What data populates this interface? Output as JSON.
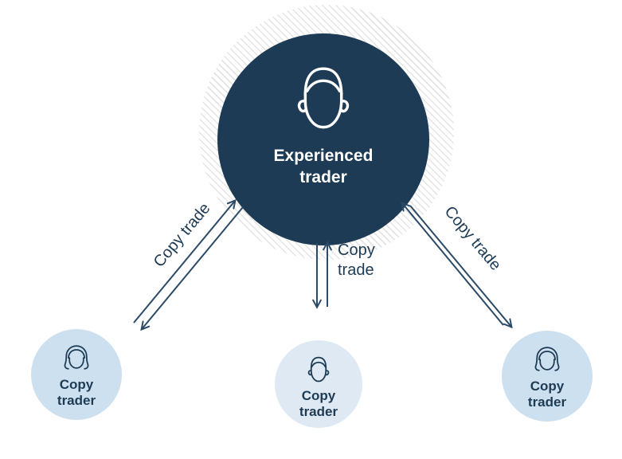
{
  "colors": {
    "navy": "#1d3b54",
    "arrow": "#2b4a67",
    "light-blue": "#cde0ef",
    "lighter-blue": "#dfe9f3",
    "hatch": "#e4e4e4"
  },
  "nodes": {
    "experienced": {
      "label": "Experienced trader"
    },
    "copy_left": {
      "label": "Copy trader"
    },
    "copy_middle": {
      "label": "Copy trader"
    },
    "copy_right": {
      "label": "Copy trader"
    }
  },
  "arrows": {
    "left": {
      "label": "Copy trade"
    },
    "middle": {
      "label": "Copy trade"
    },
    "right": {
      "label": "Copy trade"
    }
  }
}
